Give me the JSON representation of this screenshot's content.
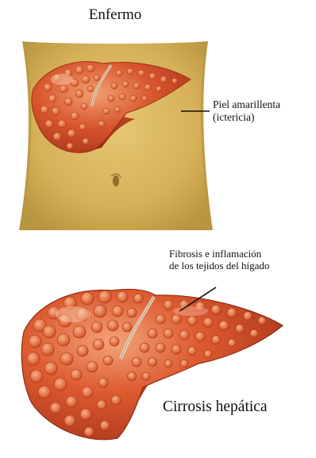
{
  "illustration": {
    "top_title": "Enfermo",
    "jaundice_label_line1": "Piel amarillenta",
    "jaundice_label_line2": "(ictericia)",
    "fibrosis_label_line1": "Fibrosis e inflamación",
    "fibrosis_label_line2": "de los tejidos del hígado",
    "bottom_title": "Cirrosis hepática"
  },
  "colors": {
    "skin": "#d9b65c",
    "skin_shadow": "#b8953f",
    "liver": "#d9552c",
    "liver_dark": "#a8341a",
    "liver_highlight": "#f0a070",
    "nodule": "#e7784a",
    "leader_line": "#111111"
  }
}
